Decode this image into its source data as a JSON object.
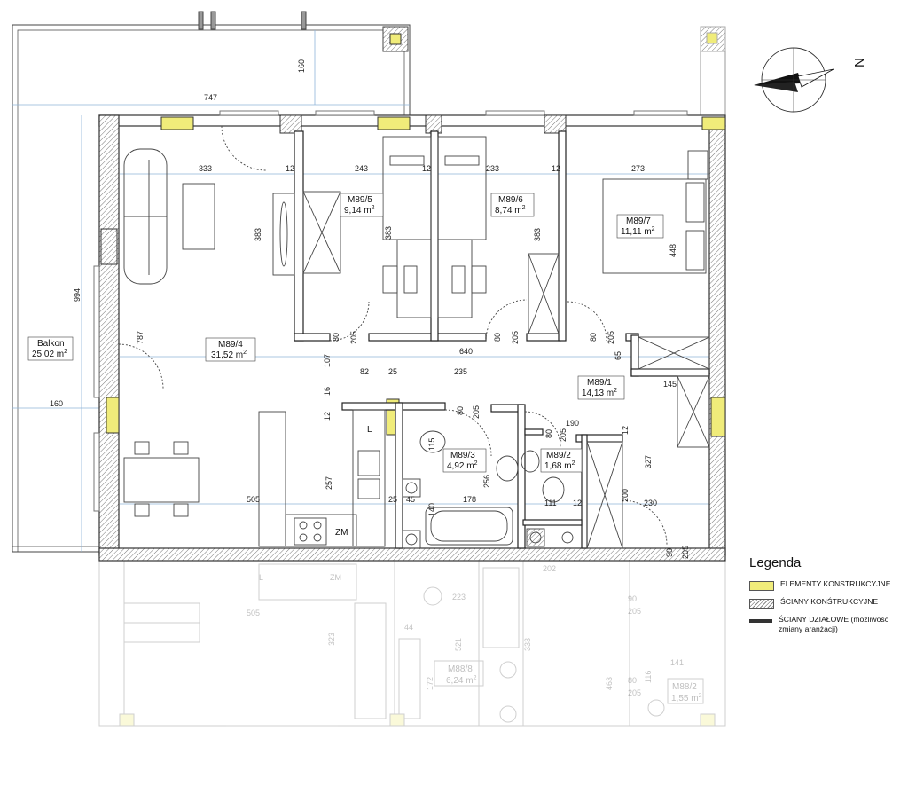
{
  "rooms": {
    "balkon": {
      "label": "Balkon",
      "area": "25,02 m"
    },
    "m89_4": {
      "label": "M89/4",
      "area": "31,52 m"
    },
    "m89_5": {
      "label": "M89/5",
      "area": "9,14 m"
    },
    "m89_6": {
      "label": "M89/6",
      "area": "8,74 m"
    },
    "m89_7": {
      "label": "M89/7",
      "area": "11,11 m"
    },
    "m89_1": {
      "label": "M89/1",
      "area": "14,13 m"
    },
    "m89_3": {
      "label": "M89/3",
      "area": "4,92 m"
    },
    "m89_2": {
      "label": "M89/2",
      "area": "1,68 m"
    },
    "m88_8": {
      "label": "M88/8",
      "area": "6,24 m"
    },
    "m88_2": {
      "label": "M88/2",
      "area": "1,55 m"
    }
  },
  "area_exponent": "2",
  "dims": {
    "d747": "747",
    "d160a": "160",
    "d333": "333",
    "d12a": "12",
    "d243": "243",
    "d12b": "12",
    "d233": "233",
    "d12c": "12",
    "d273": "273",
    "d383a": "383",
    "d383b": "383",
    "d383c": "383",
    "d448": "448",
    "d994": "994",
    "d787": "787",
    "d160b": "160",
    "d80a": "80",
    "d205a": "205",
    "d80b": "80",
    "d205b": "205",
    "d80c": "80",
    "d205c": "205",
    "d640": "640",
    "d65": "65",
    "d107": "107",
    "d82": "82",
    "d25a": "25",
    "d235": "235",
    "d145": "145",
    "d16": "16",
    "d12d": "12",
    "d80d": "80",
    "d205d": "205",
    "d190": "190",
    "d80e": "80",
    "d205e": "205",
    "d12e": "12",
    "d115": "115",
    "d327": "327",
    "d256": "256",
    "d257": "257",
    "d505": "505",
    "d25b": "25",
    "d45": "45",
    "d178": "178",
    "d140": "140",
    "d111": "111",
    "d12f": "12",
    "d200": "200",
    "d230": "230",
    "d90": "90",
    "d205f": "205"
  },
  "fixtures": {
    "fridge": "L",
    "zm": "ZM"
  },
  "ghost": {
    "d202": "202",
    "d223": "223",
    "d505": "505",
    "d323": "323",
    "d44": "44",
    "d521": "521",
    "d333": "333",
    "d172": "172",
    "d463": "463",
    "d90": "90",
    "d205a": "205",
    "d141": "141",
    "d116": "116",
    "d80": "80",
    "d205b": "205",
    "l": "L",
    "zm": "ZM"
  },
  "compass": {
    "north": "N"
  },
  "legend": {
    "title": "Legenda",
    "items": [
      {
        "swatch": "yellow",
        "text": "ELEMENTY KONSTRUKCYJNE"
      },
      {
        "swatch": "hatch",
        "text": "ŚCIANY KONŚTRUKCYJNE"
      },
      {
        "swatch": "thin",
        "text": "ŚCIANY DZIAŁOWE (możliwość zmiany aranżacji)"
      }
    ]
  },
  "colors": {
    "structural": "#f0ec7a",
    "wall": "#333333",
    "hatch": "#888888",
    "dim_line": "#8fb4d9"
  }
}
